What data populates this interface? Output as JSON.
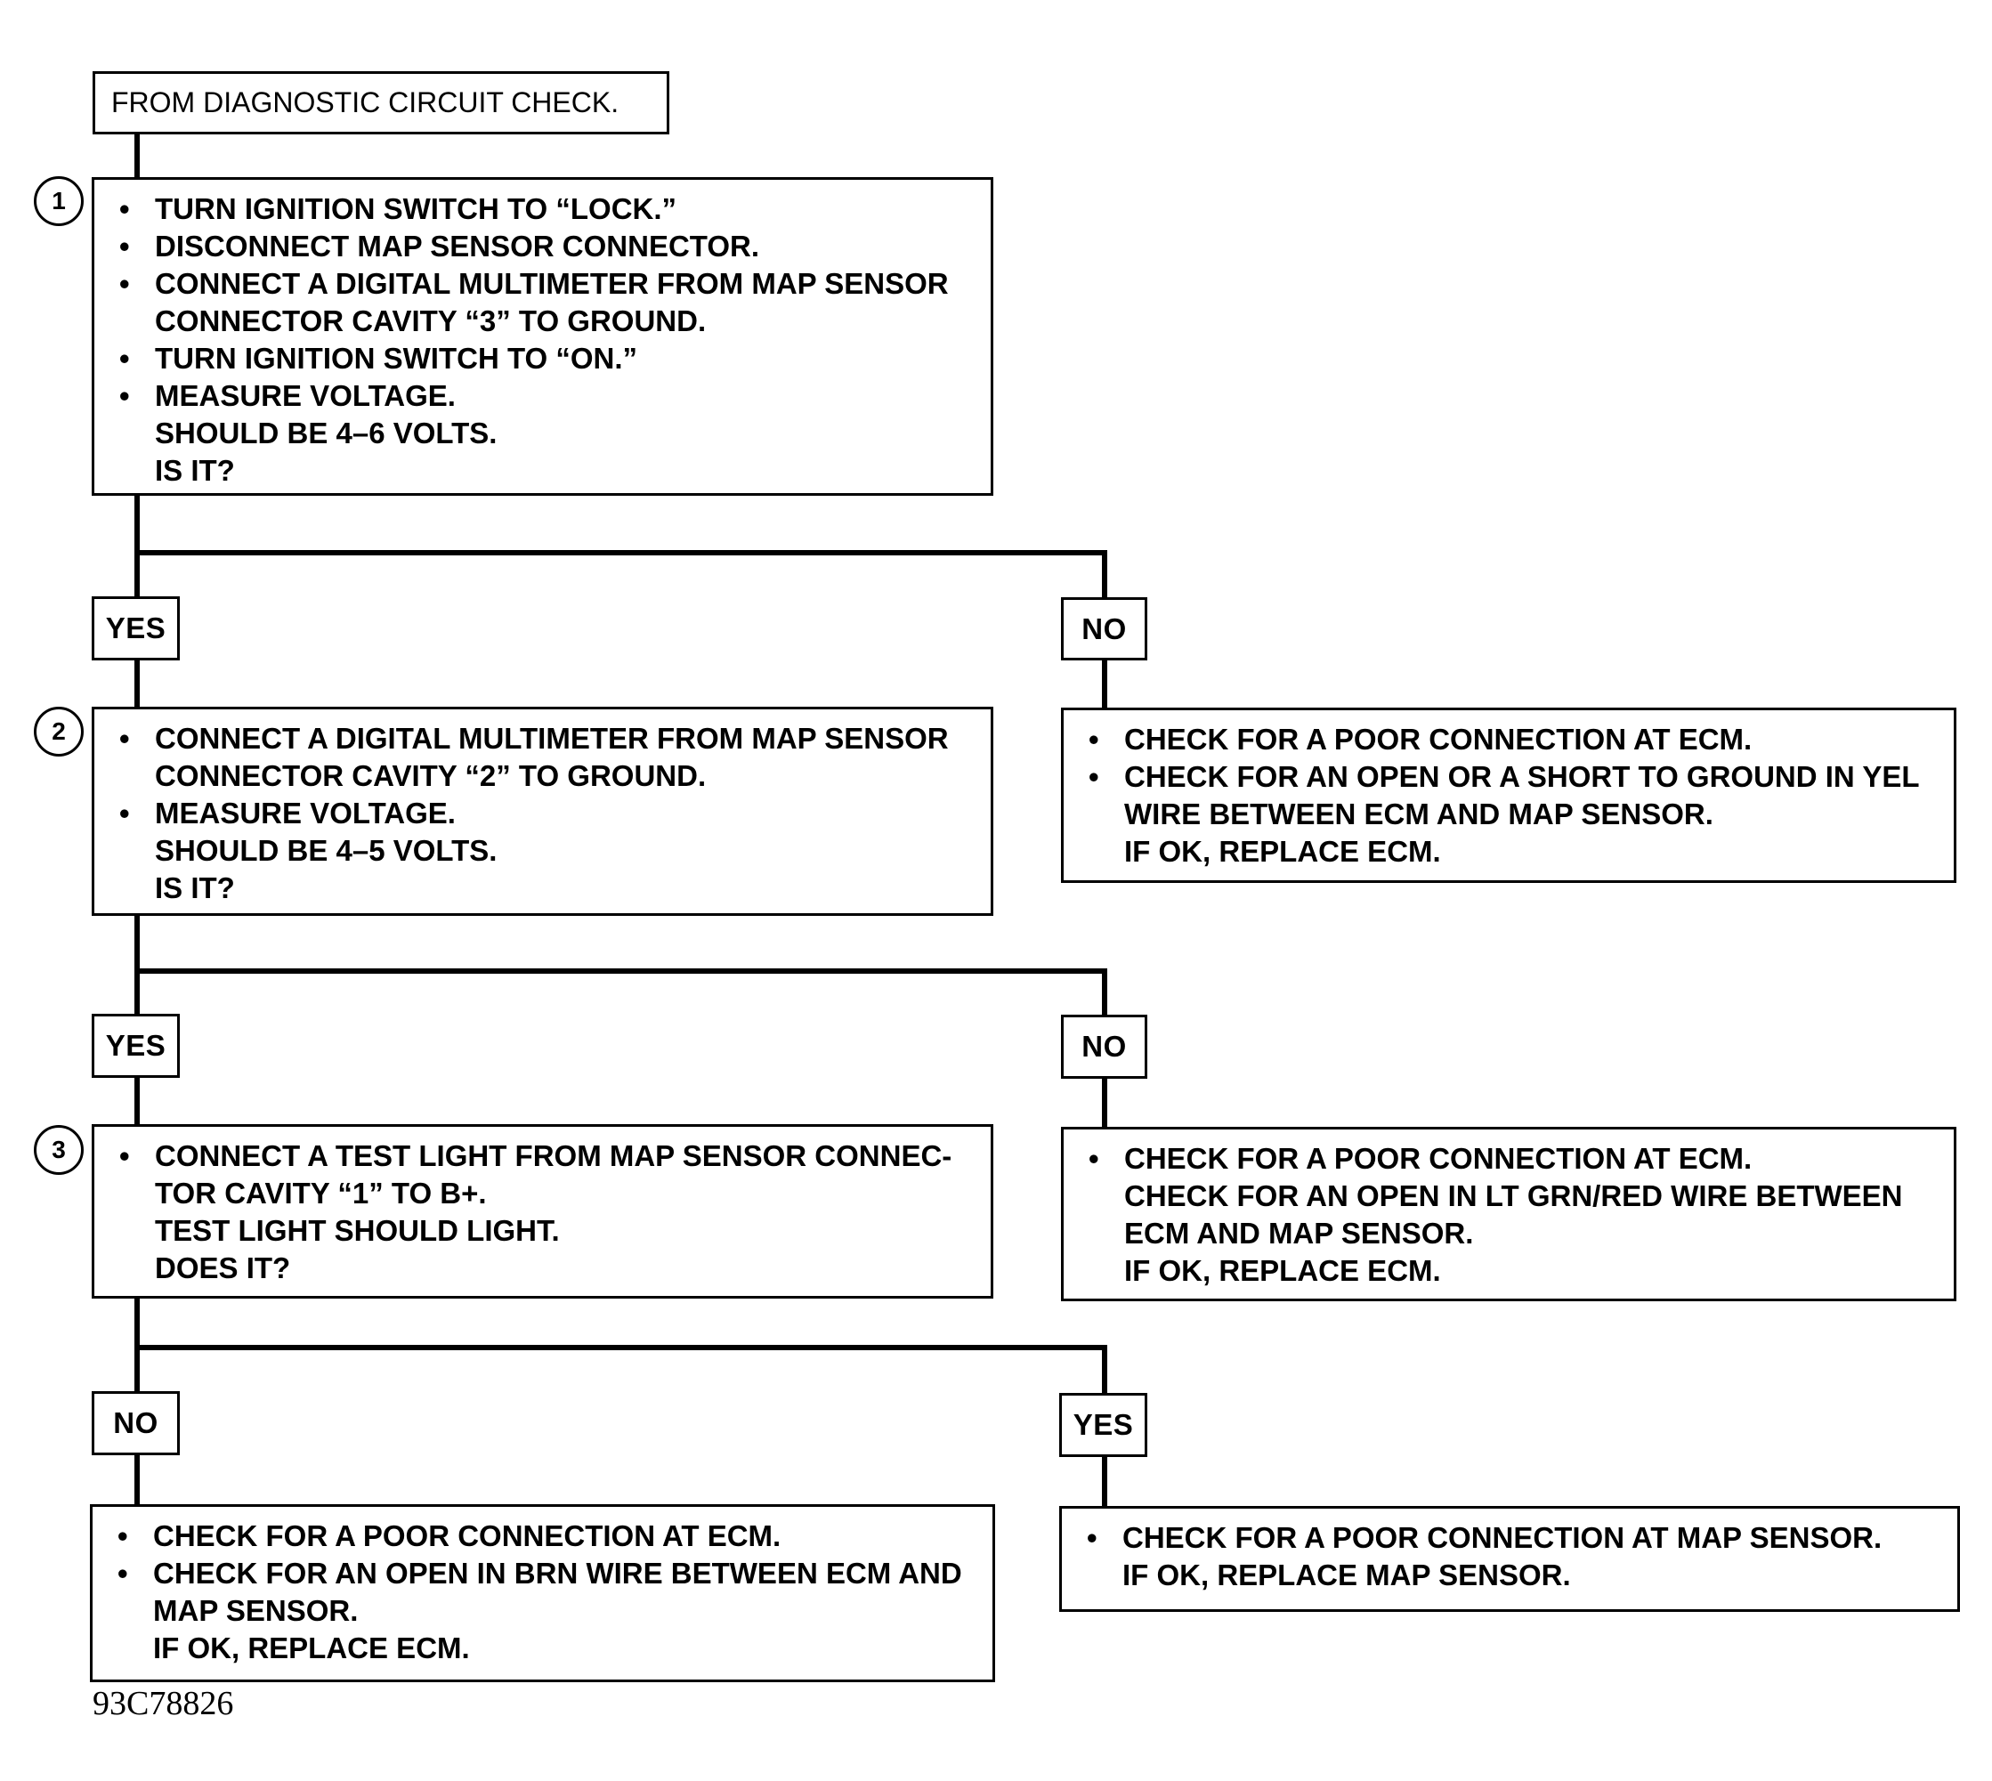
{
  "start": {
    "text": "FROM DIAGNOSTIC CIRCUIT CHECK."
  },
  "steps": [
    {
      "number": "1",
      "lines": [
        {
          "bullet": true,
          "text": "TURN IGNITION SWITCH TO “LOCK.”"
        },
        {
          "bullet": true,
          "text": "DISCONNECT MAP SENSOR CONNECTOR."
        },
        {
          "bullet": true,
          "text": "CONNECT A DIGITAL MULTIMETER FROM MAP SENSOR"
        },
        {
          "bullet": false,
          "text": "CONNECTOR CAVITY “3” TO GROUND."
        },
        {
          "bullet": true,
          "text": "TURN IGNITION SWITCH TO “ON.”"
        },
        {
          "bullet": true,
          "text": "MEASURE VOLTAGE."
        },
        {
          "bullet": false,
          "text": "SHOULD BE 4–6 VOLTS."
        },
        {
          "bullet": false,
          "text": "IS IT?"
        }
      ],
      "left_label": "YES",
      "right_label": "NO",
      "right_result": [
        {
          "bullet": true,
          "text": "CHECK FOR A POOR CONNECTION AT ECM."
        },
        {
          "bullet": true,
          "text": "CHECK FOR AN OPEN OR A SHORT TO GROUND IN YEL"
        },
        {
          "bullet": false,
          "text": "WIRE BETWEEN ECM AND MAP SENSOR."
        },
        {
          "bullet": false,
          "text": "IF OK, REPLACE ECM."
        }
      ]
    },
    {
      "number": "2",
      "lines": [
        {
          "bullet": true,
          "text": "CONNECT A DIGITAL MULTIMETER FROM MAP SENSOR"
        },
        {
          "bullet": false,
          "text": "CONNECTOR CAVITY “2” TO GROUND."
        },
        {
          "bullet": true,
          "text": "MEASURE VOLTAGE."
        },
        {
          "bullet": false,
          "text": "SHOULD BE 4–5 VOLTS."
        },
        {
          "bullet": false,
          "text": "IS IT?"
        }
      ],
      "left_label": "YES",
      "right_label": "NO",
      "right_result": [
        {
          "bullet": true,
          "text": "CHECK FOR A POOR CONNECTION AT ECM."
        },
        {
          "bullet": false,
          "text": "CHECK FOR AN OPEN IN LT GRN/RED WIRE BETWEEN"
        },
        {
          "bullet": false,
          "text": "ECM AND MAP SENSOR."
        },
        {
          "bullet": false,
          "text": "IF OK, REPLACE ECM."
        }
      ]
    },
    {
      "number": "3",
      "lines": [
        {
          "bullet": true,
          "text": "CONNECT A TEST LIGHT FROM MAP SENSOR CONNEC-"
        },
        {
          "bullet": false,
          "text": "TOR CAVITY “1” TO B+."
        },
        {
          "bullet": false,
          "text": "TEST LIGHT SHOULD LIGHT."
        },
        {
          "bullet": false,
          "text": "DOES IT?"
        }
      ],
      "left_label": "NO",
      "right_label": "YES",
      "left_result": [
        {
          "bullet": true,
          "text": "CHECK FOR A POOR CONNECTION AT ECM."
        },
        {
          "bullet": true,
          "text": "CHECK FOR AN OPEN IN BRN WIRE BETWEEN ECM AND"
        },
        {
          "bullet": false,
          "text": "MAP SENSOR."
        },
        {
          "bullet": false,
          "text": "IF OK, REPLACE ECM."
        }
      ],
      "right_result": [
        {
          "bullet": true,
          "text": "CHECK FOR A POOR CONNECTION AT MAP SENSOR."
        },
        {
          "bullet": false,
          "text": "IF OK, REPLACE MAP SENSOR."
        }
      ]
    }
  ],
  "figure_code": "93C78826"
}
